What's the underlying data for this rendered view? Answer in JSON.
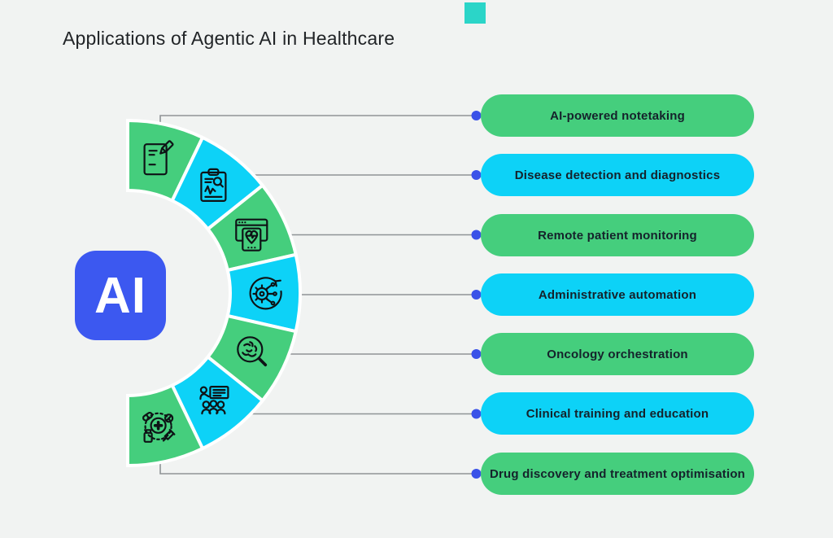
{
  "header": {
    "title": "Applications of Agentic AI in Healthcare"
  },
  "logo": {
    "label": "AI"
  },
  "colors": {
    "background": "#f1f3f2",
    "green": "#45ce7d",
    "cyan": "#0dd2f7",
    "logo_blue": "#3c58f0",
    "dot_blue": "#3a52e8",
    "connector_gray": "#8f9396",
    "icon_stroke": "#0e1316",
    "pill_text": "#15222b",
    "title_text": "#212427",
    "teal_square": "#2bd5c8"
  },
  "items": [
    {
      "label": "AI-powered notetaking",
      "color": "green",
      "icon": "notepad-pencil-icon"
    },
    {
      "label": "Disease detection and diagnostics",
      "color": "cyan",
      "icon": "clipboard-diagnostics-icon"
    },
    {
      "label": "Remote patient monitoring",
      "color": "green",
      "icon": "monitor-heart-icon"
    },
    {
      "label": "Administrative automation",
      "color": "cyan",
      "icon": "gear-automation-icon"
    },
    {
      "label": "Oncology orchestration",
      "color": "green",
      "icon": "cell-magnifier-icon"
    },
    {
      "label": "Clinical training and education",
      "color": "cyan",
      "icon": "training-people-icon"
    },
    {
      "label": "Drug discovery and treatment optimisation",
      "color": "green",
      "icon": "drug-discovery-icon"
    }
  ]
}
